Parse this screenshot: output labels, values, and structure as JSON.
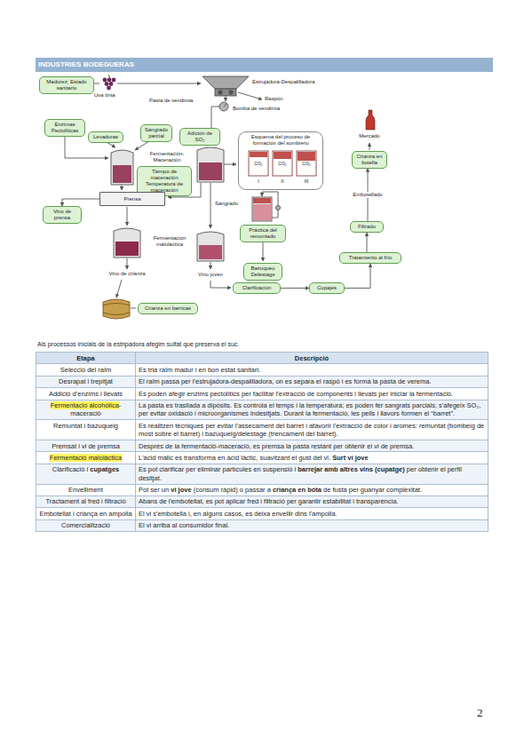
{
  "diagram": {
    "title": "INDUSTRIES BODEGUERAS",
    "nodes": [
      {
        "text": [
          "Madurez; Estado sanitario"
        ]
      },
      {
        "text": [
          "Enzimas Pectolíticas"
        ]
      },
      {
        "text": [
          "Levaduras"
        ]
      },
      {
        "text": [
          "Sangrado parcial"
        ]
      },
      {
        "text": [
          "Adición de SO₂"
        ]
      },
      {
        "text": [
          "Tiempo de maceración Temperatura de maceración"
        ]
      },
      {
        "text": [
          "Esquema del proceso de formación del sombrero"
        ]
      },
      {
        "text": [
          "Prensa"
        ]
      },
      {
        "text": [
          "Vino de prensa"
        ]
      },
      {
        "text": [
          "Práctica del remontado"
        ]
      },
      {
        "text": [
          "Bazuqueo Delestage"
        ]
      },
      {
        "text": [
          "Crianza en barricas"
        ]
      },
      {
        "text": [
          "Clarificación"
        ]
      },
      {
        "text": [
          "Cupajes"
        ]
      },
      {
        "text": [
          "Tratamiento al frío"
        ]
      },
      {
        "text": [
          "Filtrado"
        ]
      },
      {
        "text": [
          "Crianza en botella"
        ]
      }
    ],
    "edges": [
      {
        "from": 12,
        "to": 13,
        "arrow": "to"
      },
      {
        "from": 13,
        "to": 14,
        "arrow": "to"
      },
      {
        "from": 14,
        "to": 15,
        "arrow": "to"
      },
      {
        "from": 15,
        "to": 16,
        "label": "Embotellado",
        "arrow": "to"
      },
      {
        "from": 7,
        "to": 8,
        "arrow": "to"
      }
    ],
    "labels": [
      "Uva tinta",
      "Pasta de vendimia",
      "Estrujadora-Despalilladora",
      "Raspón",
      "Bomba de vendimia",
      "Fermentación-Maceración",
      "Sangrado",
      "Fermentación maloláctica",
      "Vino de crianza",
      "Vino joven",
      "Mercado",
      "I",
      "II",
      "III",
      "CO₂",
      "CO₂",
      "CO₂",
      "Als processos inicials de la estripadora afegim sulfat que preserva el suc.",
      "Etapa",
      "Descripció",
      "Selecció del raïm",
      "Es tria raïm madur i en bon estat sanitari.",
      "Desrapat i trepitjat",
      "El raïm passa per l'estrujadora-despalilladora, on es separa el raspó i es forma la pasta de verema.",
      "Addició d'enzims i llevats",
      "Es poden afegir enzims pectolítics per facilitar l'extracció de components i llevats per iniciar la fermentació.",
      "Fermentació alcohòlica",
      "-maceració",
      "La pasta es trasllada a dipòsits. Es controla el temps i la temperatura; es poden fer sangrats parcials; s'afegeix SO₂, per evitar oxidació i microorganismes indesitjats. Durant la fermentació, les pells i llavors formen el “barret”.",
      "Remuntat i bazuqueig",
      "Es realitzen tècniques per evitar l'assecament del barret i afavorir l'extracció de color i aromes: remuntat (bombeig de most sobre el barret) i bazuqueig/delestage (trencament del barret).",
      "Premsat i vi de premsa",
      "Després de la fermentació-maceració, es premsa la pasta restant per obtenir el vi de premsa.",
      "Fermentació malolàctica",
      "L'àcid màlic es transforma en àcid làctic, suavitzant el gust del vi.",
      "Surt vi jove",
      "Clarificació i",
      "cupatges",
      "Es pot clarificar per eliminar partícules en suspensió i",
      "barrejar amb altres vins (cupatge)",
      "per obtenir el perfil desitjat.",
      "Envelliment",
      "Pot ser un",
      "vi jove",
      "(consum ràpid) o passar a",
      "criança en bóta",
      "de fusta per guanyar complexitat.",
      "Tractament al fred i filtració",
      "Abans de l'embotellat, es pot aplicar fred i filtració per garantir estabilitat i transparència.",
      "Embotellat i criança en ampolla",
      "El vi s'embotella i, en alguns casos, es deixa envellir dins l'ampolla.",
      "Comercialització",
      "El vi arriba al consumidor final.",
      "2"
    ]
  }
}
